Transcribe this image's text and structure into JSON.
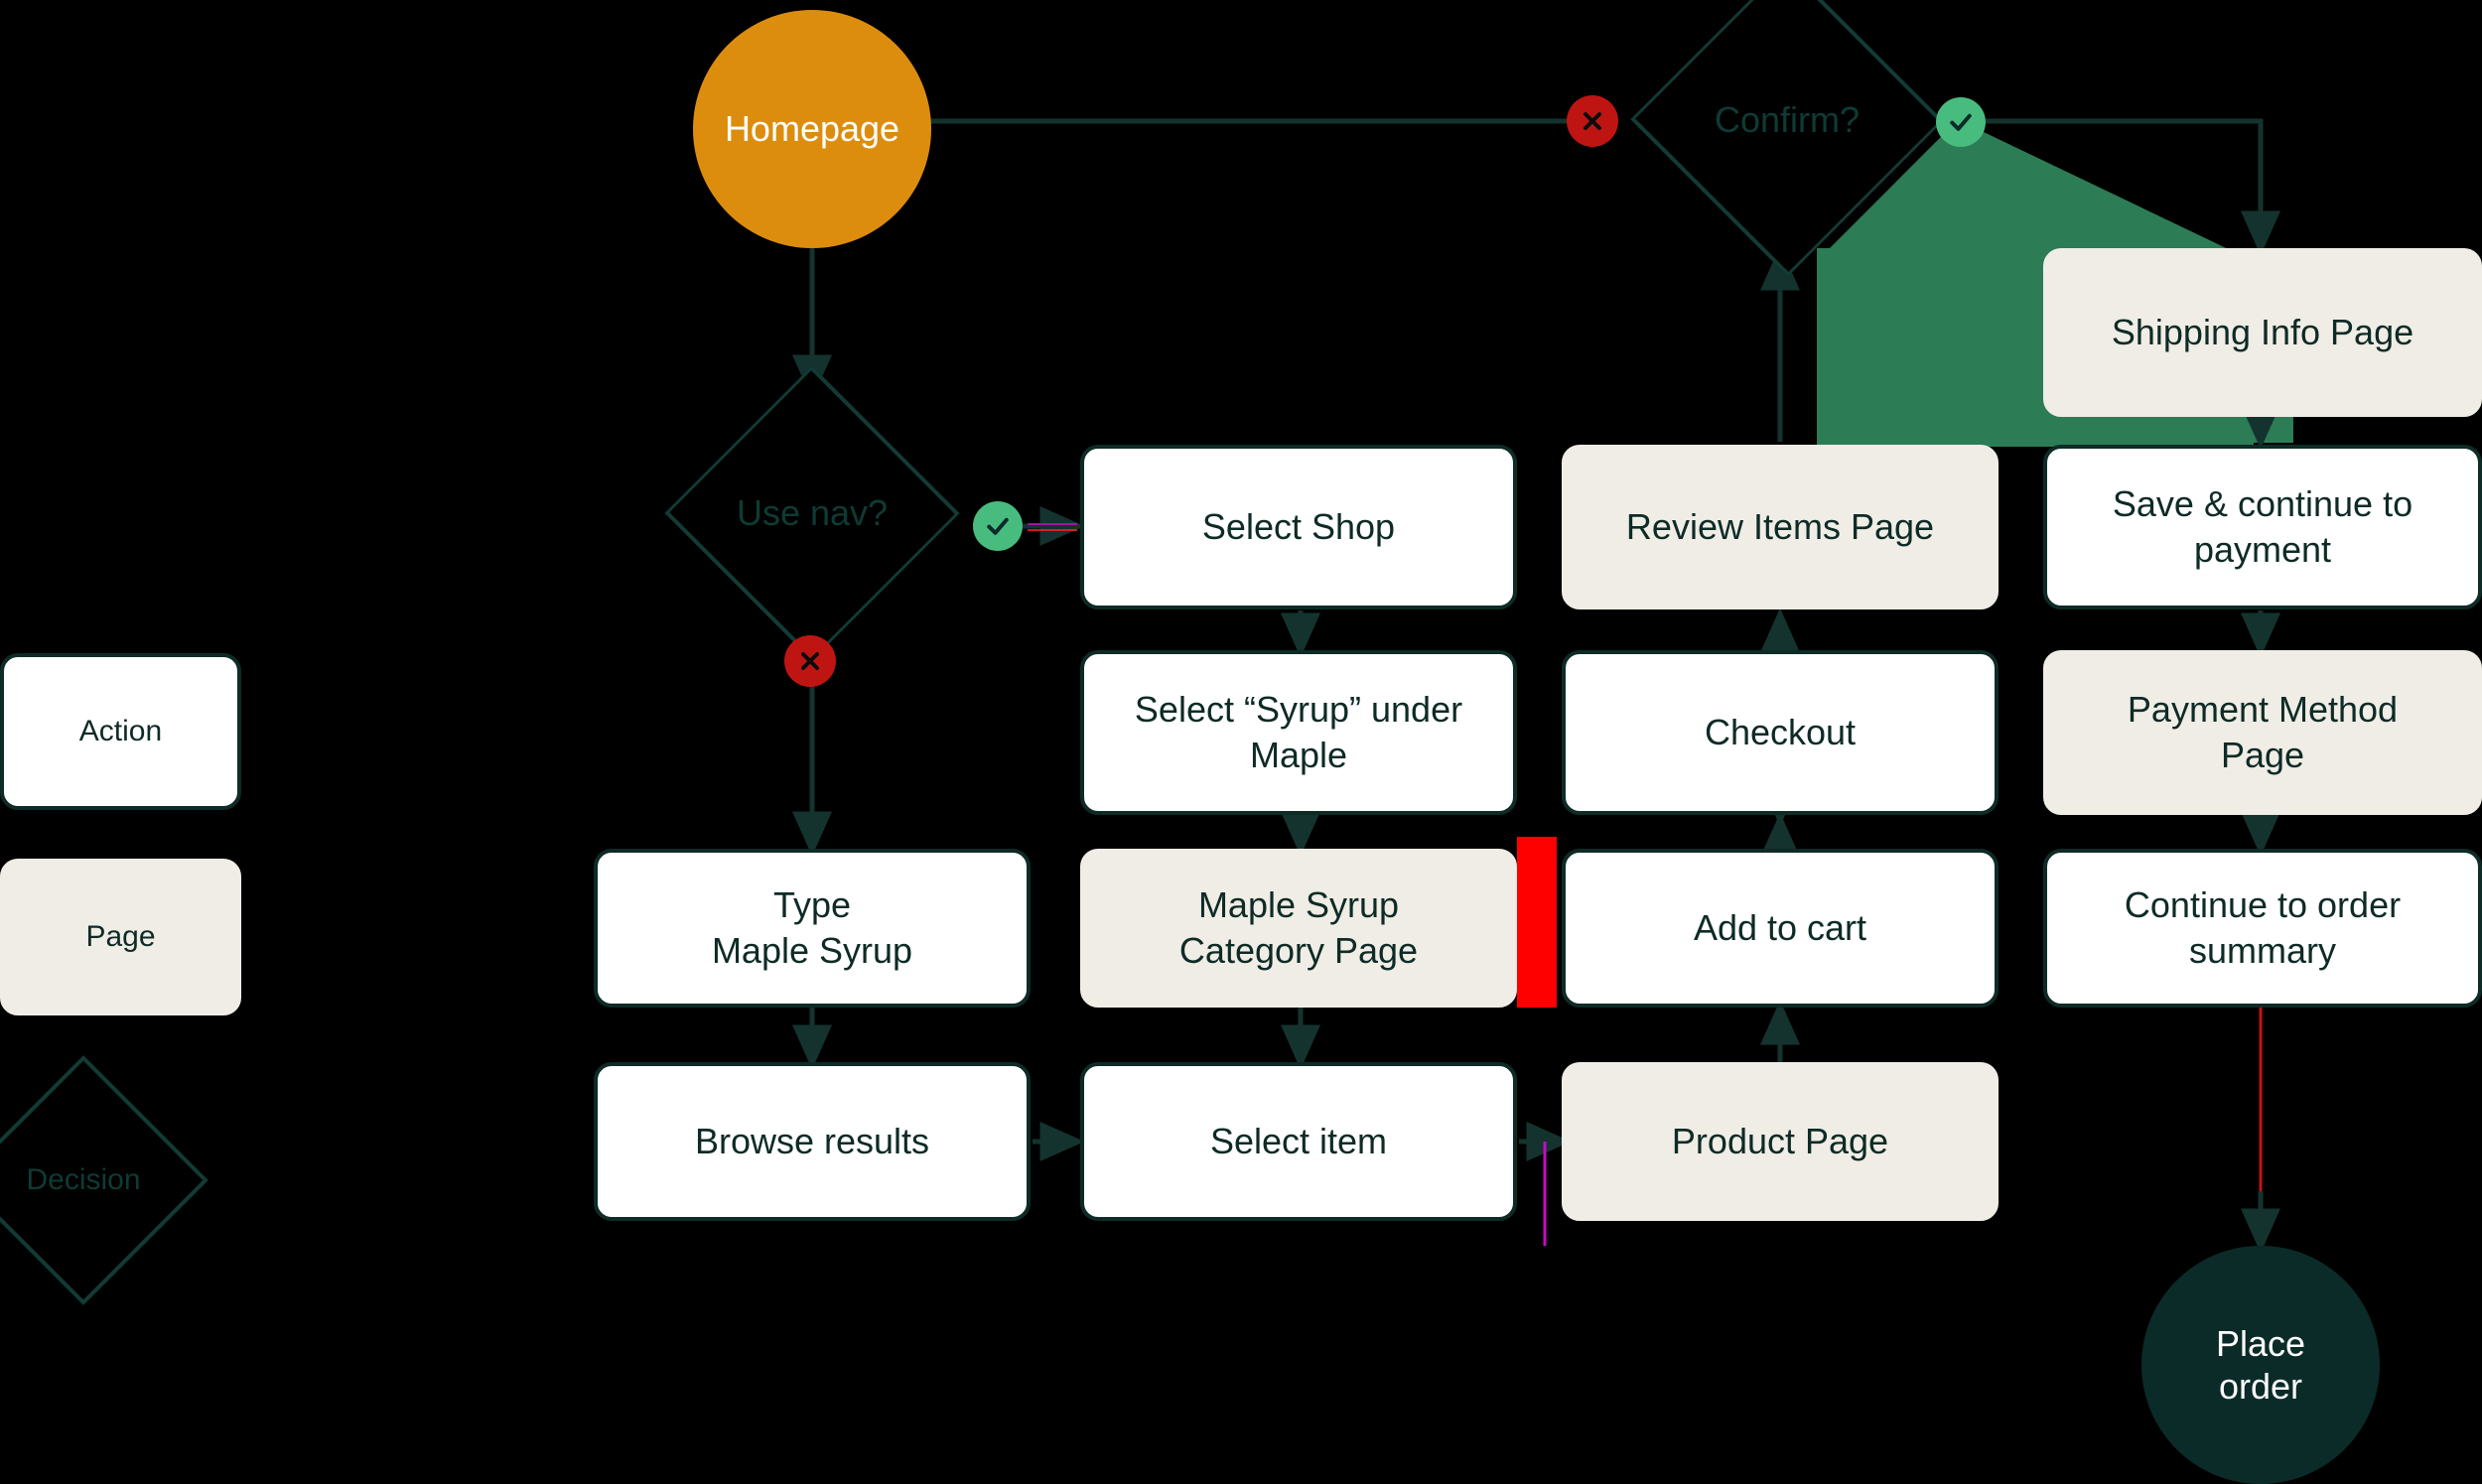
{
  "diagram": {
    "title": "E-commerce maple syrup purchase flow",
    "background": "#000000",
    "colors": {
      "action_fill": "#FFFFFF",
      "page_fill": "#F0EDE6",
      "stroke": "#0E2B26",
      "start_fill": "#DD8D0D",
      "end_fill": "#0B2B28",
      "yes_badge": "#48BC7F",
      "no_badge": "#BE1513",
      "highlight_green": "#2C7C55",
      "highlight_red": "#FF0000",
      "highlight_purple": "#C40BC4"
    }
  },
  "legend": {
    "items": [
      {
        "label": "Action",
        "type": "action"
      },
      {
        "label": "Page",
        "type": "page"
      },
      {
        "label": "Decision",
        "type": "decision"
      }
    ]
  },
  "nodes": {
    "homepage": {
      "label": "Homepage",
      "type": "start"
    },
    "use_nav": {
      "label": "Use nav?",
      "type": "decision"
    },
    "confirm": {
      "label": "Confirm?",
      "type": "decision"
    },
    "select_shop": {
      "label": "Select Shop",
      "type": "action"
    },
    "select_syrup": {
      "label": "Select “Syrup” under\nMaple",
      "type": "action"
    },
    "type_maple_syrup": {
      "label": "Type\nMaple Syrup",
      "type": "action"
    },
    "browse_results": {
      "label": "Browse results",
      "type": "action"
    },
    "maple_syrup_category_page": {
      "label": "Maple Syrup\nCategory Page",
      "type": "page"
    },
    "select_item": {
      "label": "Select item",
      "type": "action"
    },
    "product_page": {
      "label": "Product Page",
      "type": "page"
    },
    "add_to_cart": {
      "label": "Add to cart",
      "type": "action"
    },
    "checkout": {
      "label": "Checkout",
      "type": "action"
    },
    "review_items_page": {
      "label": "Review Items Page",
      "type": "page"
    },
    "shipping_info_page": {
      "label": "Shipping Info Page",
      "type": "page"
    },
    "save_continue_payment": {
      "label": "Save & continue to\npayment",
      "type": "action"
    },
    "payment_method_page": {
      "label": "Payment Method\nPage",
      "type": "page"
    },
    "continue_order_summary": {
      "label": "Continue to order\nsummary",
      "type": "action"
    },
    "place_order": {
      "label": "Place\norder",
      "type": "end"
    }
  },
  "badges": {
    "use_nav_yes": {
      "icon": "check-icon",
      "meaning": "yes"
    },
    "use_nav_no": {
      "icon": "cross-icon",
      "meaning": "no"
    },
    "confirm_yes": {
      "icon": "check-icon",
      "meaning": "yes"
    },
    "confirm_no": {
      "icon": "cross-icon",
      "meaning": "no"
    }
  },
  "edges": [
    {
      "from": "homepage",
      "to": "use_nav"
    },
    {
      "from": "use_nav",
      "to": "select_shop",
      "branch": "yes"
    },
    {
      "from": "use_nav",
      "to": "type_maple_syrup",
      "branch": "no"
    },
    {
      "from": "select_shop",
      "to": "select_syrup"
    },
    {
      "from": "select_syrup",
      "to": "maple_syrup_category_page"
    },
    {
      "from": "type_maple_syrup",
      "to": "browse_results"
    },
    {
      "from": "browse_results",
      "to": "select_item"
    },
    {
      "from": "maple_syrup_category_page",
      "to": "select_item"
    },
    {
      "from": "select_item",
      "to": "product_page"
    },
    {
      "from": "product_page",
      "to": "add_to_cart"
    },
    {
      "from": "add_to_cart",
      "to": "checkout"
    },
    {
      "from": "checkout",
      "to": "review_items_page"
    },
    {
      "from": "review_items_page",
      "to": "confirm"
    },
    {
      "from": "confirm",
      "to": "homepage",
      "branch": "no"
    },
    {
      "from": "confirm",
      "to": "shipping_info_page",
      "branch": "yes"
    },
    {
      "from": "shipping_info_page",
      "to": "save_continue_payment"
    },
    {
      "from": "save_continue_payment",
      "to": "payment_method_page"
    },
    {
      "from": "payment_method_page",
      "to": "continue_order_summary"
    },
    {
      "from": "continue_order_summary",
      "to": "place_order"
    }
  ],
  "annotations": {
    "green_highlight": "green-path-highlight",
    "red_bar": "red-marker-bar",
    "red_line": "red-path-line",
    "purple_line": "purple-path-line"
  }
}
